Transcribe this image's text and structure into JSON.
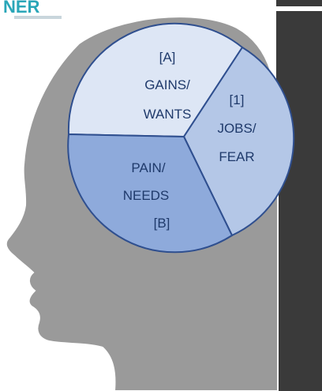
{
  "logo": {
    "partial_text": "NER"
  },
  "diagram": {
    "segments": [
      {
        "label_lines": [
          "[A]",
          "GAINS/",
          "WANTS"
        ],
        "fill": "#dde6f5"
      },
      {
        "label_lines": [
          "[1]",
          "JOBS/",
          "FEAR"
        ],
        "fill": "#b4c7e7"
      },
      {
        "label_lines": [
          "PAIN/",
          "NEEDS",
          "[B]"
        ],
        "fill": "#8eaadb"
      }
    ],
    "outline_color": "#2f4f8f",
    "head_color": "#9a9a9a",
    "right_panel_color": "#3a3a3a"
  }
}
